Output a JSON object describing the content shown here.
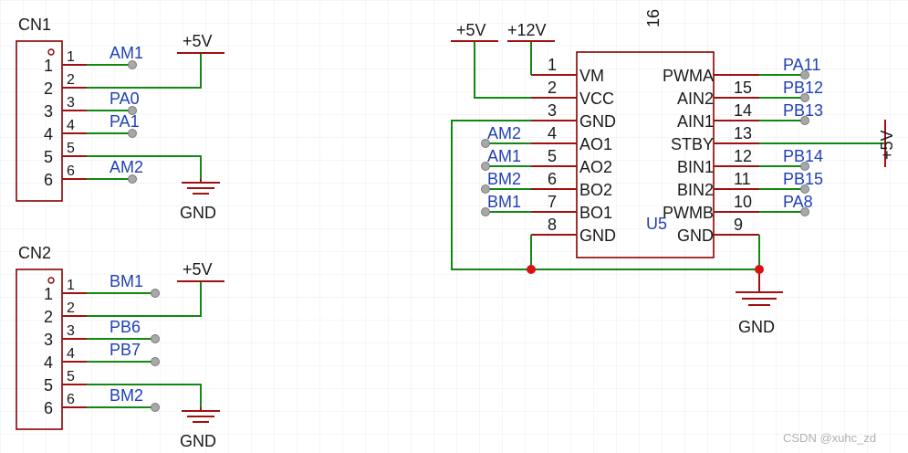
{
  "cn1": {
    "ref": "CN1",
    "pin_numbers": [
      "1",
      "2",
      "3",
      "4",
      "5",
      "6"
    ],
    "pin_labels": [
      "1",
      "2",
      "3",
      "4",
      "5",
      "6"
    ],
    "nets": [
      "AM1",
      "PA0",
      "PA1",
      "AM2"
    ],
    "power": "+5V",
    "ground": "GND"
  },
  "cn2": {
    "ref": "CN2",
    "pin_numbers": [
      "1",
      "2",
      "3",
      "4",
      "5",
      "6"
    ],
    "pin_labels": [
      "1",
      "2",
      "3",
      "4",
      "5",
      "6"
    ],
    "nets": [
      "BM1",
      "PB6",
      "PB7",
      "BM2"
    ],
    "power": "+5V",
    "ground": "GND"
  },
  "u5": {
    "ref": "U5",
    "top_text": "16",
    "left_pins": [
      {
        "num": "1",
        "name": "VM"
      },
      {
        "num": "2",
        "name": "VCC"
      },
      {
        "num": "3",
        "name": "GND"
      },
      {
        "num": "4",
        "name": "AO1"
      },
      {
        "num": "5",
        "name": "AO2"
      },
      {
        "num": "6",
        "name": "BO2"
      },
      {
        "num": "7",
        "name": "BO1"
      },
      {
        "num": "8",
        "name": "GND"
      }
    ],
    "right_pins": [
      {
        "num": "",
        "name": "PWMA"
      },
      {
        "num": "15",
        "name": "AIN2"
      },
      {
        "num": "14",
        "name": "AIN1"
      },
      {
        "num": "13",
        "name": "STBY"
      },
      {
        "num": "12",
        "name": "BIN1"
      },
      {
        "num": "11",
        "name": "BIN2"
      },
      {
        "num": "10",
        "name": "PWMB"
      },
      {
        "num": "9",
        "name": "GND"
      }
    ],
    "left_nets": [
      "AM2",
      "AM1",
      "BM2",
      "BM1"
    ],
    "right_nets": [
      "PA11",
      "PB12",
      "PB13",
      "PB14",
      "PB15",
      "PA8"
    ],
    "power_5v": "+5V",
    "power_12v": "+12V",
    "stby_power": "+5V",
    "ground": "GND"
  },
  "watermark": "CSDN @xuhc_zd"
}
